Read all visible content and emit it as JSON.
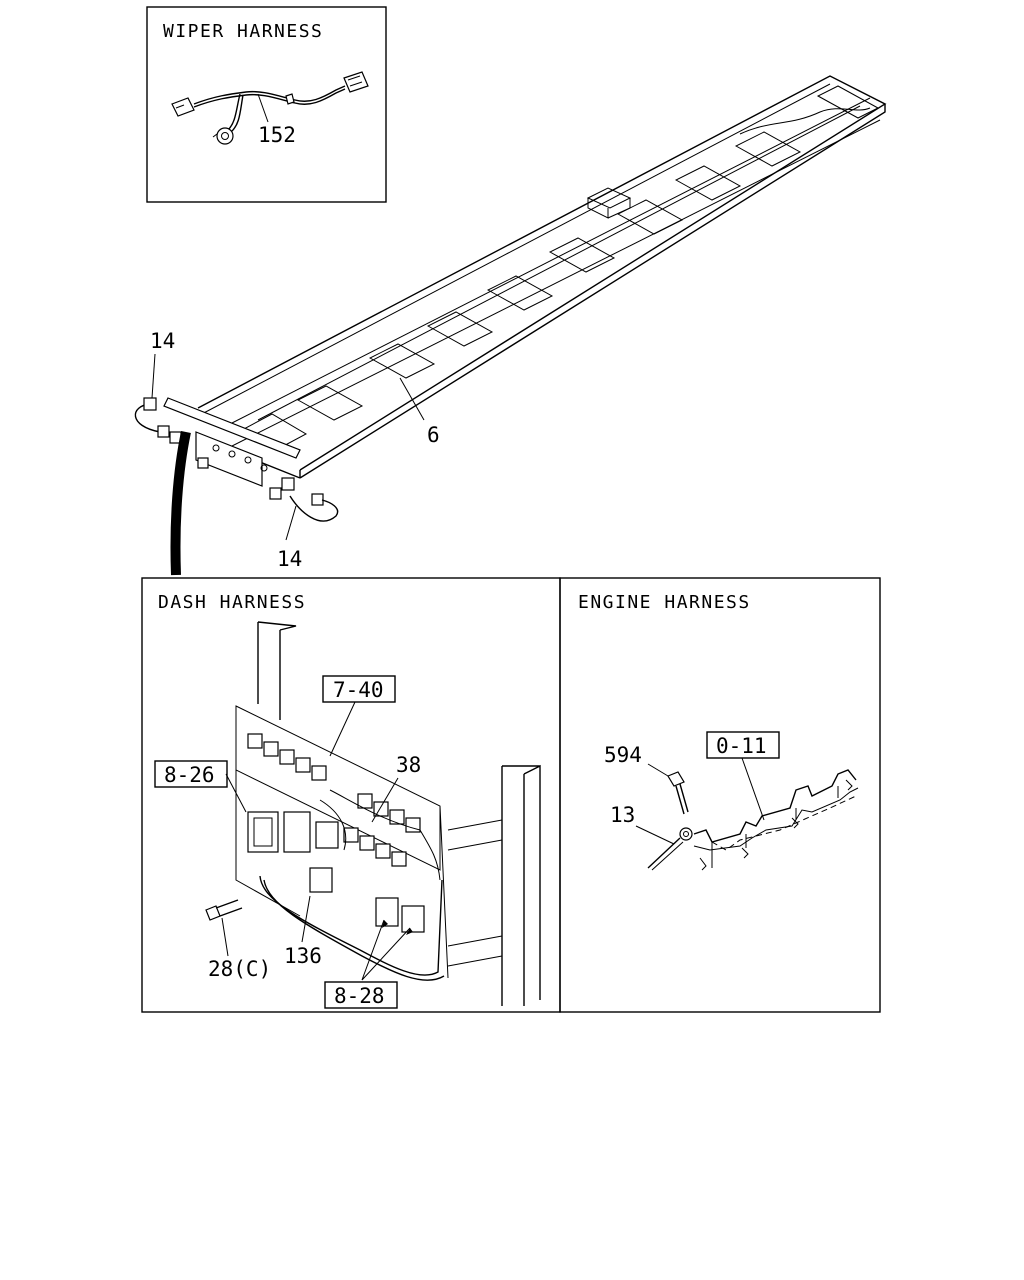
{
  "panels": {
    "wiper": {
      "title": "WIPER HARNESS"
    },
    "dash": {
      "title": "DASH HARNESS"
    },
    "engine": {
      "title": "ENGINE HARNESS"
    }
  },
  "callouts": {
    "c152": "152",
    "c14_top": "14",
    "c14_bottom": "14",
    "c6": "6",
    "c38": "38",
    "c28c": "28(C)",
    "c136": "136",
    "c594": "594",
    "c13": "13"
  },
  "refs": {
    "r7_40": "7-40",
    "r8_26": "8-26",
    "r8_28": "8-28",
    "r0_11": "0-11"
  }
}
